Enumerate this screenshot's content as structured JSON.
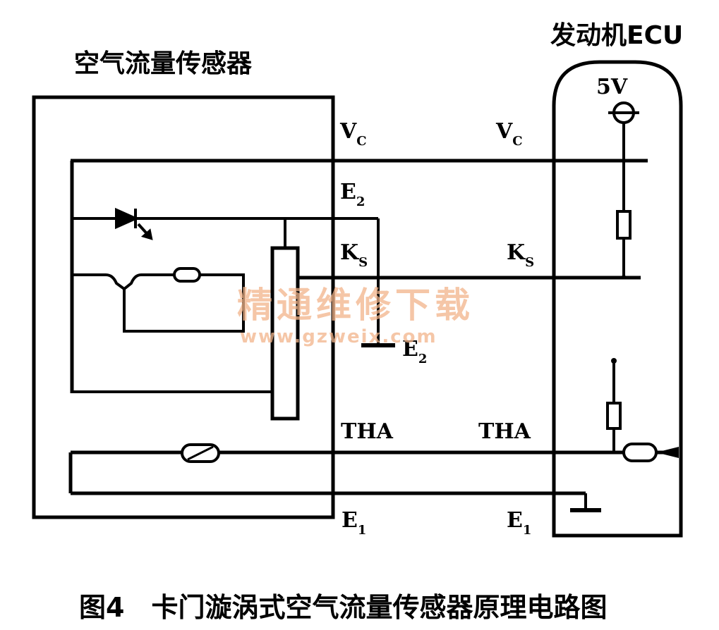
{
  "sensor_title": "空气流量传感器",
  "ecu_title": "发动机ECU",
  "ecu_supply": "5V",
  "terminals": {
    "vc_left": {
      "main": "V",
      "sub": "C"
    },
    "vc_right": {
      "main": "V",
      "sub": "C"
    },
    "e2_left": {
      "main": "E",
      "sub": "2"
    },
    "ks_left": {
      "main": "K",
      "sub": "S"
    },
    "ks_right": {
      "main": "K",
      "sub": "S"
    },
    "e2_ground": {
      "main": "E",
      "sub": "2"
    },
    "tha_left": "THA",
    "tha_right": "THA",
    "e1_left": {
      "main": "E",
      "sub": "1"
    },
    "e1_right": {
      "main": "E",
      "sub": "1"
    }
  },
  "watermark": {
    "text": "精通维修下载",
    "url": "www.gzweix.com"
  },
  "caption": "图4　卡门漩涡式空气流量传感器原理电路图"
}
